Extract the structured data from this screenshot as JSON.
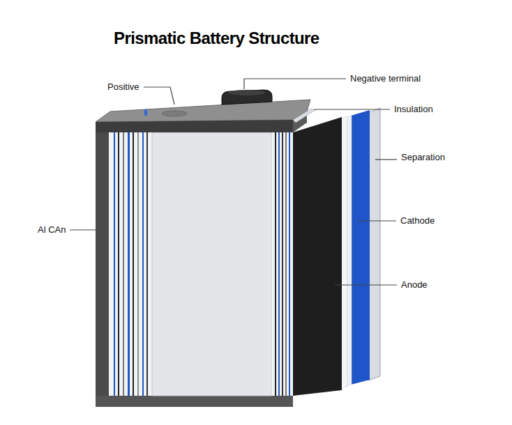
{
  "diagram": {
    "title": "Prismatic Battery Structure",
    "labels": [
      "Positive",
      "Negative terminal",
      "Insulation",
      "Separation",
      "Cathode",
      "Anode",
      "Al CAn"
    ]
  }
}
